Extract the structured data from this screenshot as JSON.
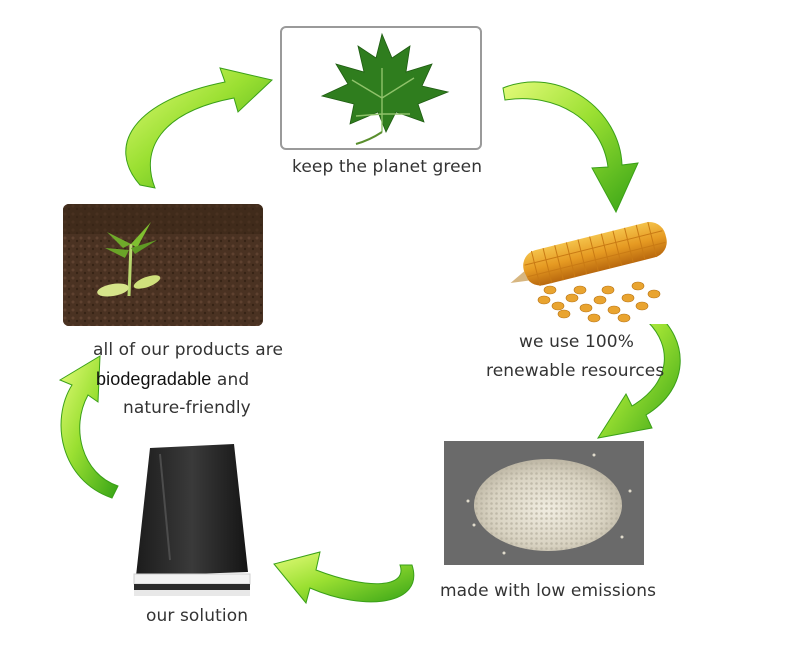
{
  "stages": {
    "planet": {
      "icon": "maple-leaf-icon",
      "caption": "keep the planet green"
    },
    "corn": {
      "icon": "corn-cob-icon",
      "caption_line1": "we use 100%",
      "caption_line2": "renewable resources"
    },
    "pellets": {
      "icon": "bioplastic-pellets-icon",
      "caption": "made with low emissions"
    },
    "mailer": {
      "icon": "black-mailer-bag-icon",
      "caption": "our solution"
    },
    "sprout": {
      "icon": "seedling-in-soil-icon",
      "caption_line1": "all of our products are",
      "caption_highlight": "biodegradable",
      "caption_and": "and",
      "caption_line3": "nature-friendly"
    }
  },
  "colors": {
    "arrow_light": "#d6f55a",
    "arrow_mid": "#8ed92c",
    "arrow_dark": "#3aa018",
    "frame": "#9a9a9a",
    "soil": "#4a3222",
    "leaf": "#2f7d1e"
  }
}
